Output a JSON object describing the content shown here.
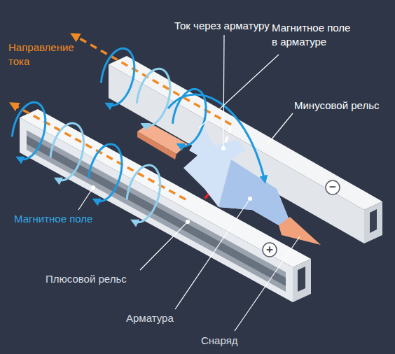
{
  "diagram": {
    "labels": [
      "Ток через арматуру",
      "Магнитное поле в арматуре",
      "Направление тока",
      "Минусовой рельс",
      "−",
      "Магнитное поле",
      "+",
      "Плюсовой рельс",
      "Арматура",
      "Снаряд"
    ]
  }
}
